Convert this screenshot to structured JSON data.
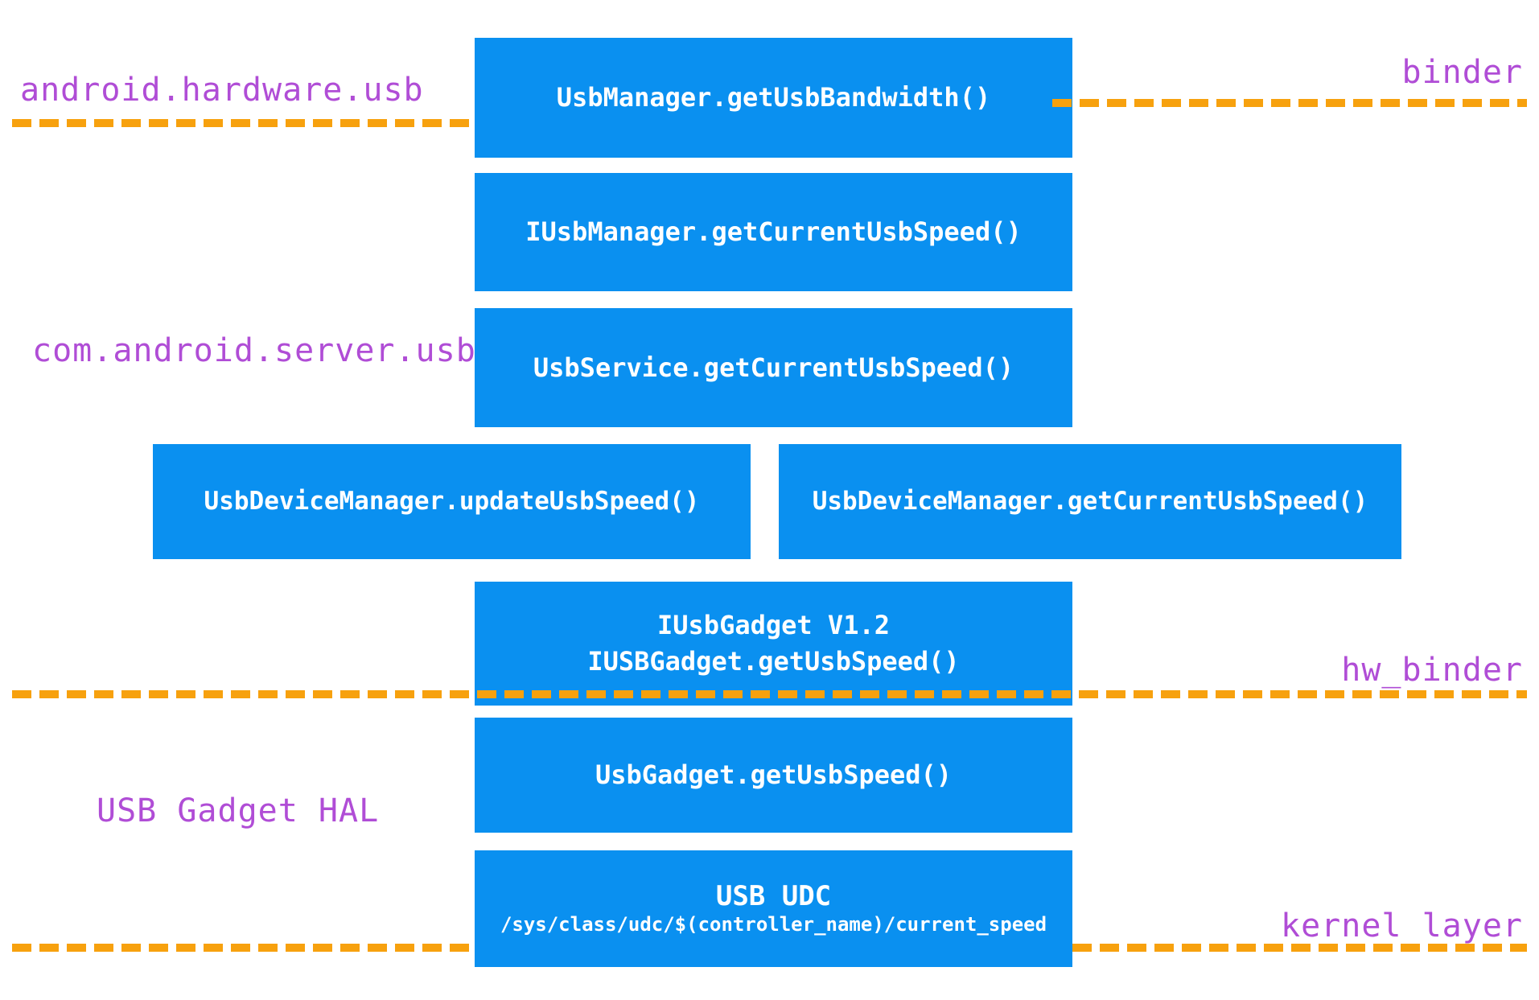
{
  "colors": {
    "box_blue": "#0a90f0",
    "line_orange": "#f7a10e",
    "label_purple": "#b04dd6",
    "box_text": "#ffffff"
  },
  "labels": {
    "android_hardware_usb": "android.hardware.usb",
    "binder": "binder",
    "com_android_server_usb": "com.android.server.usb",
    "hw_binder": "hw_binder",
    "usb_gadget_hal": "USB Gadget HAL",
    "kernel_layer": "kernel layer"
  },
  "boxes": {
    "usb_manager": "UsbManager.getUsbBandwidth()",
    "iusb_manager": "IUsbManager.getCurrentUsbSpeed()",
    "usb_service": "UsbService.getCurrentUsbSpeed()",
    "usb_device_manager_update": "UsbDeviceManager.updateUsbSpeed()",
    "usb_device_manager_get": "UsbDeviceManager.getCurrentUsbSpeed()",
    "iusb_gadget_line1": "IUsbGadget V1.2",
    "iusb_gadget_line2": "IUSBGadget.getUsbSpeed()",
    "usb_gadget": "UsbGadget.getUsbSpeed()",
    "usb_udc_title": "USB UDC",
    "usb_udc_path": "/sys/class/udc/$(controller_name)/current_speed"
  }
}
